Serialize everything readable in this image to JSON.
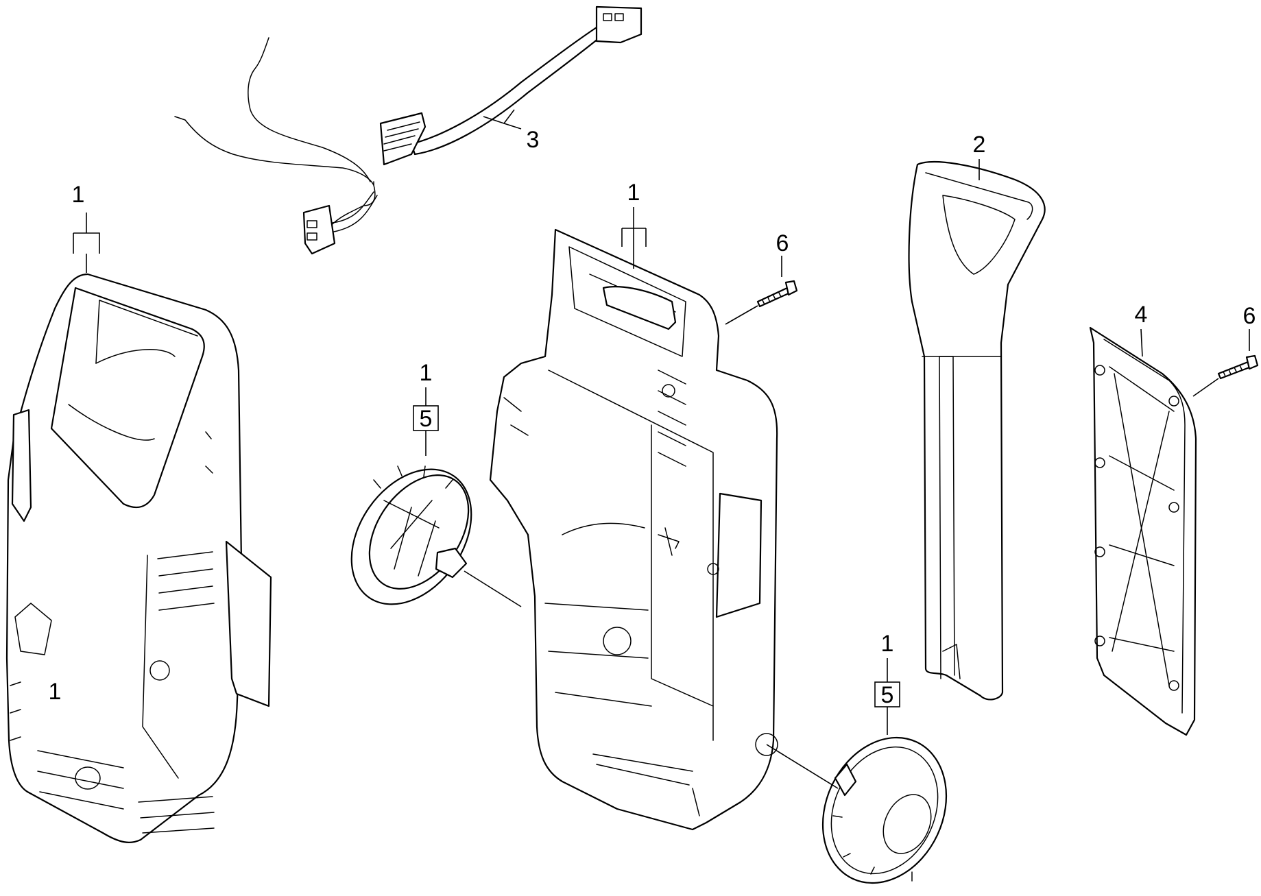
{
  "callouts": {
    "c1_left": "1",
    "c1_center": "1",
    "c1_wheel_left": "1",
    "c5_wheel_left": "5",
    "c1_wheel_right": "1",
    "c5_wheel_right": "5",
    "c2": "2",
    "c3": "3",
    "c4": "4",
    "c6_center": "6",
    "c6_right": "6",
    "marker_front": "1"
  }
}
